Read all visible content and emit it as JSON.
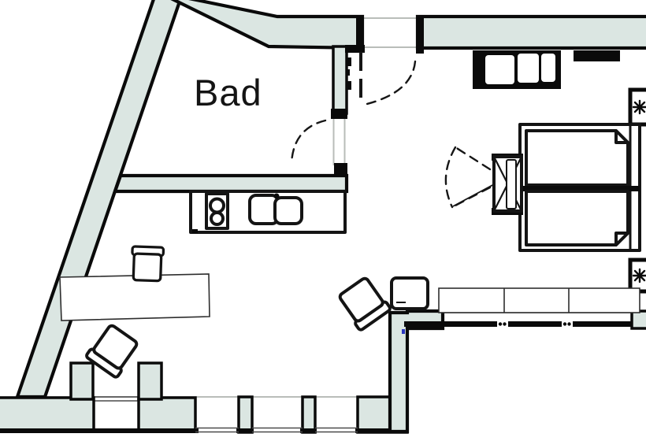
{
  "floorplan": {
    "rooms": [
      {
        "id": "bad",
        "label": "Bad"
      }
    ],
    "colors": {
      "background": "#ffffff",
      "wall_fill": "#dbe6e2",
      "outline": "#0a0a0a",
      "furniture_line": "#141414",
      "thin_line": "#b9bdb9",
      "label_text": "#141414",
      "accent_blue": "#2a35c0"
    },
    "fixtures": [
      "entrance-door-swing",
      "bathroom-door-swing",
      "hall-wardrobe",
      "coat-rack-shelf",
      "kitchenette-counter",
      "two-burner-stove",
      "double-sink",
      "dining-table",
      "chair",
      "square-stool",
      "double-bed",
      "bed-head-unit",
      "sideboard-glass-front",
      "window-band",
      "spot-symbol"
    ]
  }
}
